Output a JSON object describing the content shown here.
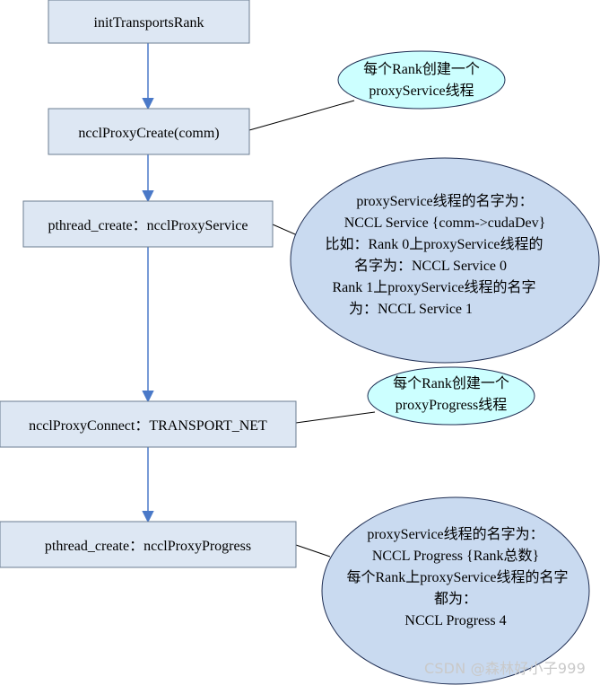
{
  "colors": {
    "box_fill": "#dde7f3",
    "box_stroke": "#6b7d92",
    "ellipse_fill_cyan": "#ccffff",
    "ellipse_fill_blue": "#c9daf0",
    "ellipse_stroke": "#1e2d52",
    "arrow": "#4a79c8",
    "connector": "#000000"
  },
  "boxes": [
    {
      "label": "initTransportsRank"
    },
    {
      "label": "ncclProxyCreate(comm)"
    },
    {
      "label": "pthread_create：ncclProxyService"
    },
    {
      "label": "ncclProxyConnect：TRANSPORT_NET"
    },
    {
      "label": "pthread_create：ncclProxyProgress"
    }
  ],
  "notes": {
    "proxy_service_create": [
      "每个Rank创建一个",
      "proxyService线程"
    ],
    "proxy_service_name": [
      "proxyService线程的名字为：",
      "NCCL Service {comm->cudaDev}",
      "比如：Rank 0上proxyService线程的",
      "名字为：NCCL Service 0",
      "Rank 1上proxyService线程的名字",
      "为：NCCL Service 1"
    ],
    "proxy_progress_create": [
      "每个Rank创建一个",
      "proxyProgress线程"
    ],
    "proxy_progress_name": [
      "proxyService线程的名字为：",
      "NCCL Progress {Rank总数}",
      "每个Rank上proxyService线程的名字",
      "都为：",
      "NCCL Progress 4"
    ]
  },
  "watermark": "CSDN @森林好小子999"
}
